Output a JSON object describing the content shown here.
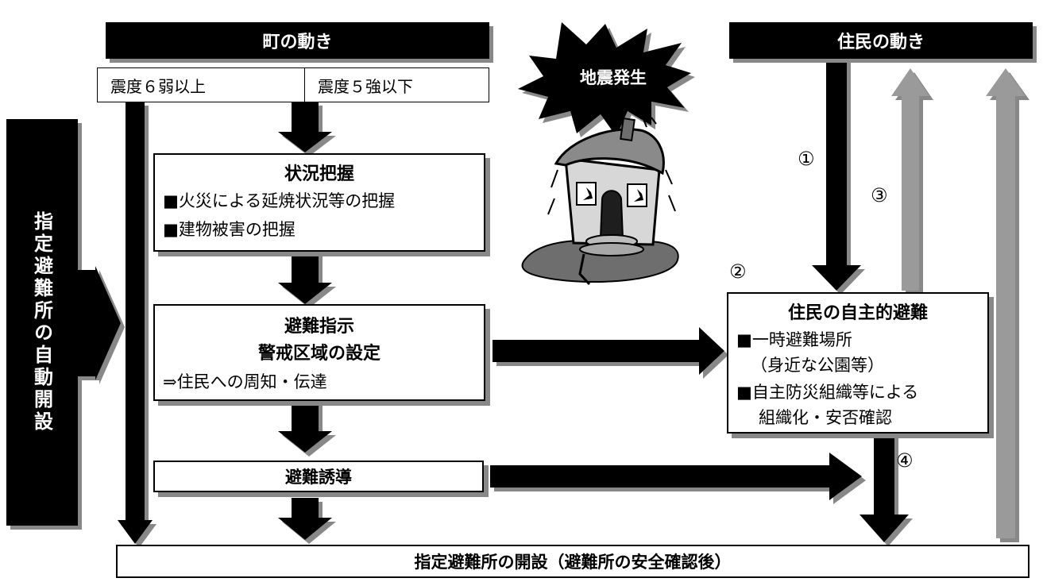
{
  "header_left": "町の動き",
  "header_right": "住民の動き",
  "intensity": [
    "震度６弱以上",
    "震度５強以下"
  ],
  "burst_label": "地震発生",
  "left_vertical": "指定避難所の自動開設",
  "box1": {
    "title": "状況把握",
    "lines": [
      "■火災による延焼状況等の把握",
      "■建物被害の把握"
    ]
  },
  "box2": {
    "title1": "避難指示",
    "title2": "警戒区域の設定",
    "line": "⇒住民への周知・伝達"
  },
  "box3": {
    "title": "避難誘導"
  },
  "box4": {
    "title": "住民の自主的避難",
    "lines": [
      "■一時避難場所",
      "（身近な公園等）",
      "■自主防災組織等による",
      "組織化・安否確認"
    ]
  },
  "steps": [
    "①",
    "②",
    "③",
    "④"
  ],
  "bottom": "指定避難所の開設（避難所の安全確認後）",
  "colors": {
    "black": "#000000",
    "gray": "#9a9a9a",
    "shadow": "#888888"
  }
}
